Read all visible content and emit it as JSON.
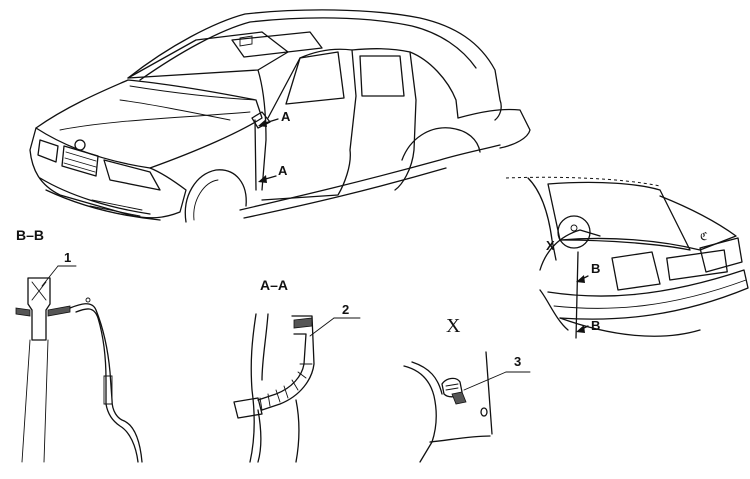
{
  "labels": {
    "section_aa_top": "A",
    "section_aa_bottom": "A",
    "section_bb_top": "B",
    "section_bb_bottom": "B",
    "detail_x_marker": "X",
    "heading_bb": "B–B",
    "heading_aa": "A–A",
    "heading_x": "X",
    "callout_1": "1",
    "callout_2": "2",
    "callout_3": "3",
    "badge_mark": "ℭ"
  }
}
